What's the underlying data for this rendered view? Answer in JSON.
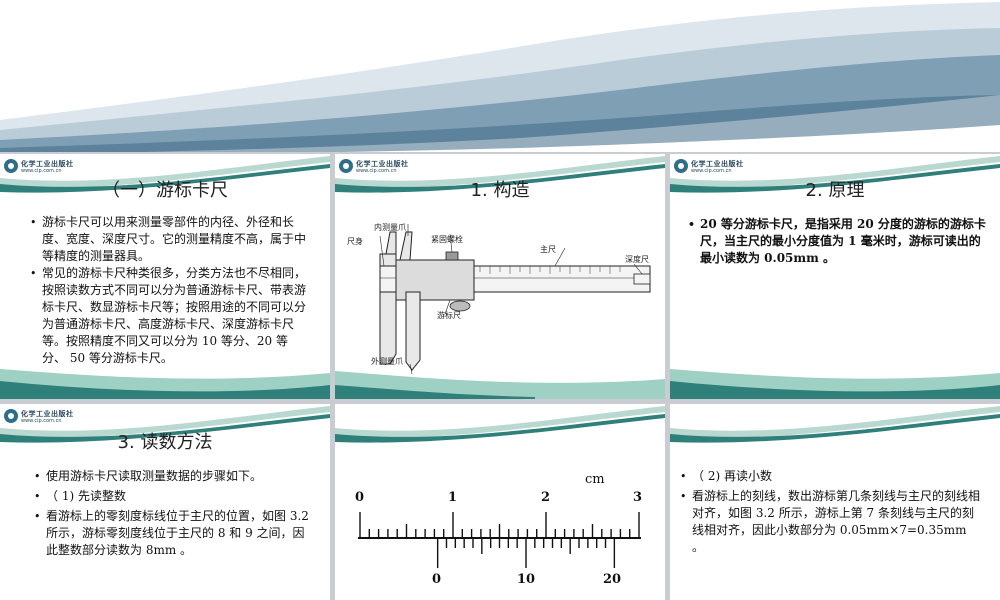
{
  "logo": {
    "name": "化学工业出版社",
    "url": "www.cip.com.cn"
  },
  "slides": [
    {
      "title": "（一）游标卡尺",
      "bullets": [
        "游标卡尺可以用来测量零部件的内径、外径和长度、宽度、深度尺寸。它的测量精度不高，属于中等精度的测量器具。",
        "常见的游标卡尺种类很多，分类方法也不尽相同，按照读数方式不同可以分为普通游标卡尺、带表游标卡尺、数显游标卡尺等；按照用途的不同可以分为普通游标卡尺、高度游标卡尺、深度游标卡尺等。按照精度不同又可以分为 10 等分、20 等分、 50 等分游标卡尺。"
      ]
    },
    {
      "title": "1. 构造",
      "diagram_labels": {
        "inner_jaw": "内测量爪",
        "clamp_screw": "紧固螺栓",
        "body": "尺身",
        "main_scale": "主尺",
        "depth_rod": "深度尺",
        "vernier": "游标尺",
        "outer_jaw": "外测量爪"
      }
    },
    {
      "title": "2. 原理",
      "bullets": [
        "20 等分游标卡尺，是指采用 20 分度的游标的游标卡尺，当主尺的最小分度值为 1 毫米时，游标可读出的最小读数为 0.05mm 。"
      ]
    },
    {
      "title": "3. 读数方法",
      "bullets": [
        "使用游标卡尺读取测量数据的步骤如下。",
        "（ 1) 先读整数",
        "看游标上的零刻度标线位于主尺的位置，如图 3.2 所示，游标零刻度线位于主尺的 8 和 9 之间，因此整数部分读数为 8mm 。"
      ]
    },
    {
      "scale": {
        "unit": "cm",
        "main_labels": [
          "0",
          "1",
          "2",
          "3"
        ],
        "vernier_labels": [
          "0",
          "10",
          "20"
        ]
      }
    },
    {
      "bullets": [
        "（ 2) 再读小数",
        "看游标上的刻线，数出游标第几条刻线与主尺的刻线相对齐，如图 3.2 所示，游标上第 7 条刻线与主尺的刻线相对齐，因此小数部分为 0.05mm×7=0.35mm 。"
      ]
    }
  ],
  "colors": {
    "teal_dark": "#2f7f7a",
    "teal_light": "#9fd0c4",
    "banner_blue": "#7f9fb4",
    "grid_gray": "#c9ccd0"
  }
}
